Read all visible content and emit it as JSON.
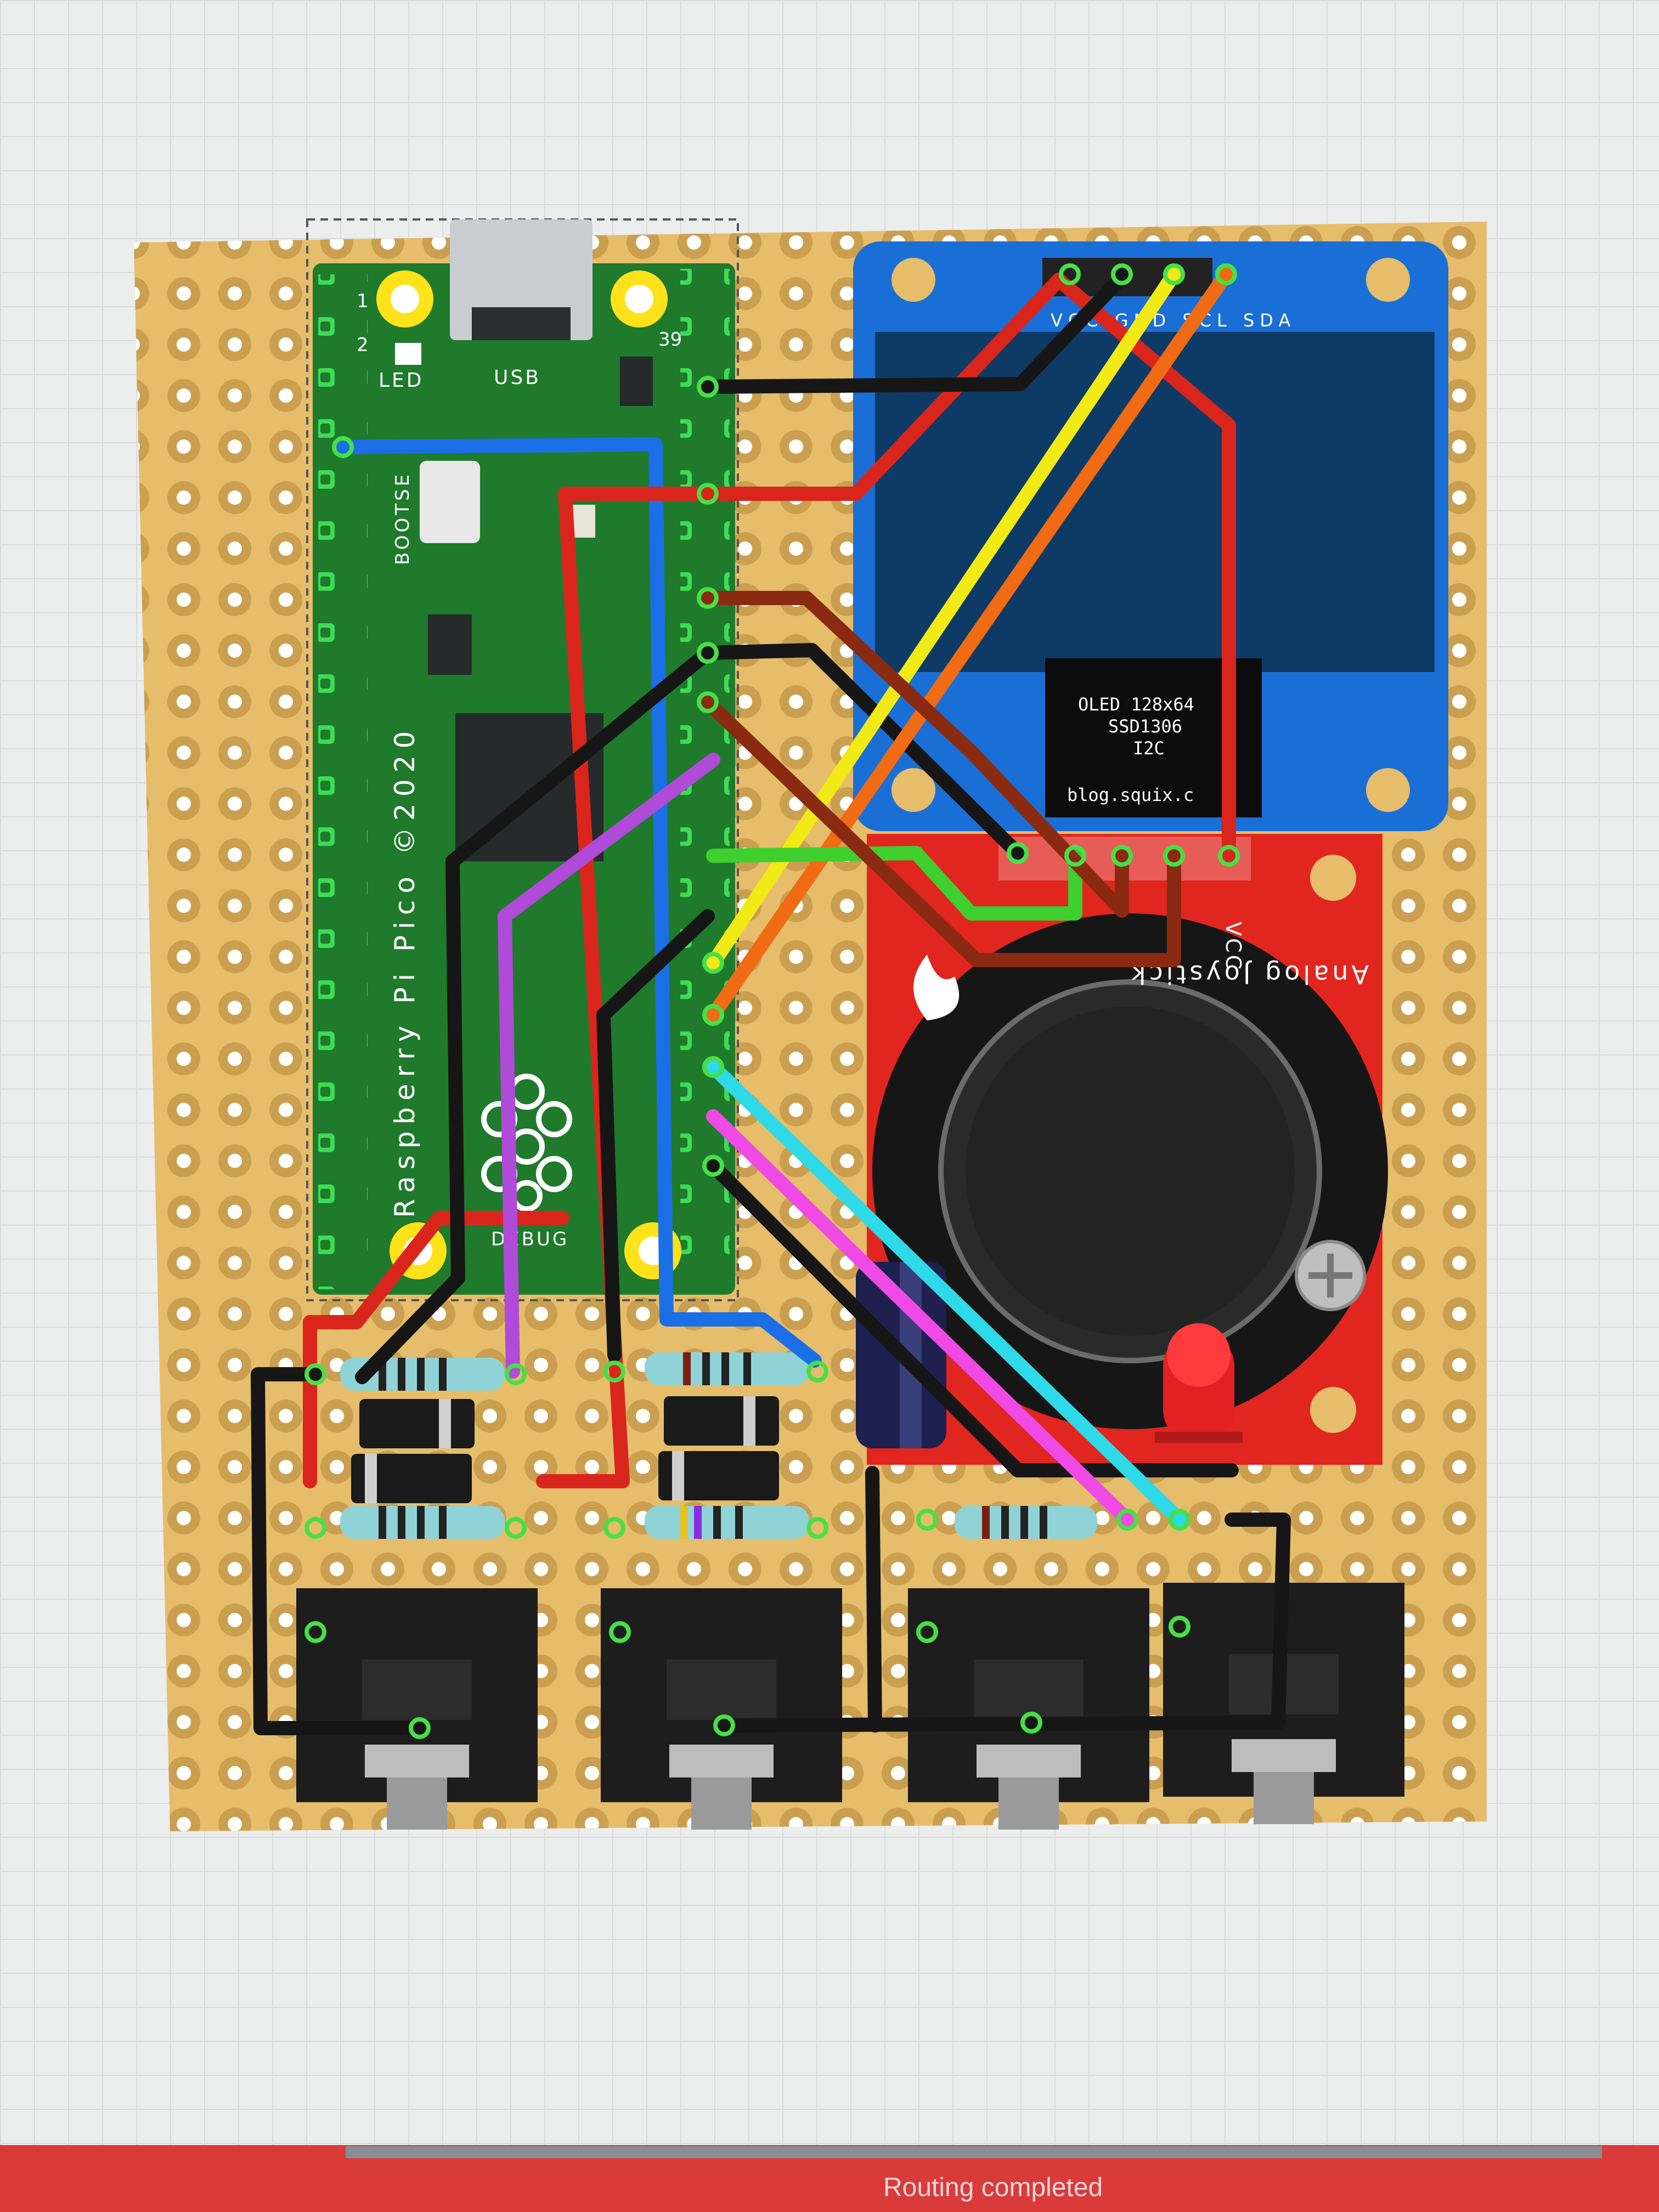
{
  "pico": {
    "name": "Raspberry Pi Pico ©2020",
    "pin_1": "1",
    "pin_2": "2",
    "pin_39": "39",
    "led": "LED",
    "usb": "USB",
    "bootsel": "BOOTSE",
    "debug": "DEBUG"
  },
  "oled": {
    "pins": "VCC GND SCL SDA",
    "line1": "OLED 128x64",
    "line2": "SSD1306",
    "line3": "I2C",
    "url": "blog.squix.c"
  },
  "joystick": {
    "name": "Analog Joystick",
    "vcc": "VCC"
  },
  "status": {
    "message": "Routing completed"
  },
  "colors": {
    "board": "#e6bd6b",
    "pico_pcb": "#1f7a2c",
    "oled_pcb": "#1a6fd6",
    "joystick_pcb": "#e0261f",
    "status_bar": "#d93a3a"
  }
}
